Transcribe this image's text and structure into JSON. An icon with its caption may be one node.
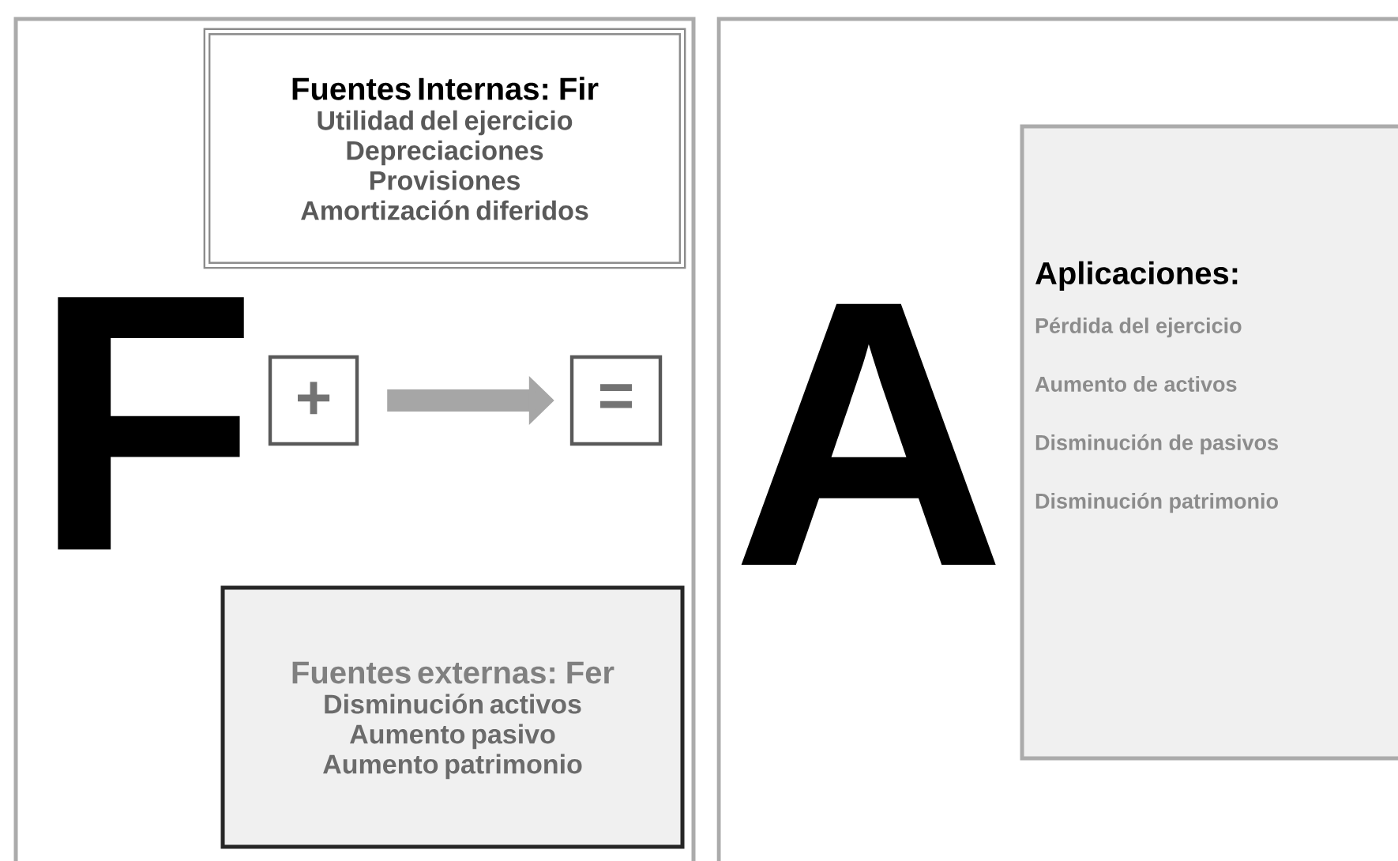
{
  "diagram": {
    "nodes": [
      {
        "text": [],
        "shape": "box"
      },
      {
        "text": [
          "Fuentes Internas: Fir",
          "Utilidad del ejercicio",
          "Depreciaciones",
          "Provisiones",
          "Amortización diferidos"
        ],
        "in": 0
      },
      {
        "text": [
          "+"
        ],
        "in": 0
      },
      {
        "text": [
          "="
        ],
        "in": 0
      },
      {
        "text": [
          "Fuentes externas: Fer",
          "Disminución activos",
          "Aumento pasivo",
          "Aumento patrimonio"
        ],
        "in": 0
      },
      {
        "text": [],
        "shape": "box"
      },
      {
        "text": [
          "Aplicaciones:",
          "Pérdida del ejercicio",
          "Aumento de activos",
          "Disminución de pasivos",
          "Disminución patrimonio"
        ],
        "in": 5
      }
    ],
    "edges": [
      {
        "from": 2,
        "to": 3,
        "arrow": "to"
      }
    ],
    "labels": [
      "F",
      "A"
    ]
  }
}
